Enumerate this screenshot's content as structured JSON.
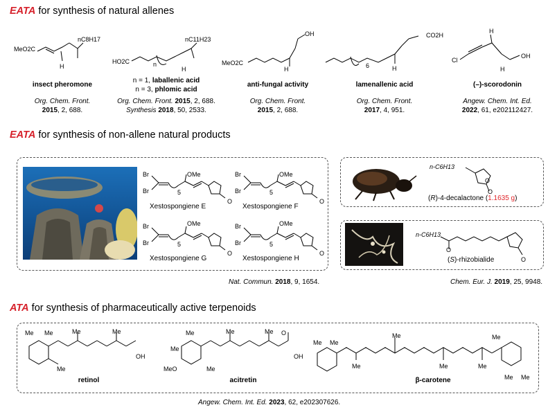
{
  "sections": [
    {
      "key": "EATA",
      "text": " for synthesis of natural allenes"
    },
    {
      "key": "EATA",
      "text": " for synthesis of non-allene natural products"
    },
    {
      "key": "ATA",
      "text": " for synthesis of pharmaceutically active terpenoids"
    }
  ],
  "allenes": [
    {
      "label": "insect pheromone",
      "ref_journal": "Org. Chem. Front.",
      "ref_year": "2015",
      "ref_rest": ", 2, 688.",
      "chem": [
        "MeO2C",
        "nC8H17",
        "H",
        "H"
      ]
    },
    {
      "label_line1_pre": "n = 1, ",
      "label_line1": "laballenic acid",
      "label_line2_pre": "n = 3, ",
      "label_line2": "phlomic acid",
      "ref1_journal": "Org. Chem. Front.",
      "ref1_year": "2015",
      "ref1_rest": ", 2, 688.",
      "ref2_journal": "Synthesis",
      "ref2_year": "2018",
      "ref2_rest": ", 50, 2533.",
      "chem": [
        "HO2C",
        "n",
        "nC11H23",
        "H",
        "H"
      ]
    },
    {
      "label": "anti-fungal activity",
      "ref_journal": "Org. Chem. Front.",
      "ref_year": "2015",
      "ref_rest": ", 2, 688.",
      "chem": [
        "MeO2C",
        "OH",
        "H",
        "H"
      ]
    },
    {
      "label": "lamenallenic acid",
      "ref_journal": "Org. Chem. Front.",
      "ref_year": "2017",
      "ref_rest": ", 4, 951.",
      "chem": [
        "CO2H",
        "6",
        "H",
        "H"
      ]
    },
    {
      "label": "(–)-scorodonin",
      "ref_journal": "Angew. Chem. Int. Ed.",
      "ref_year": "2022",
      "ref_rest": ", 61, e202112427.",
      "chem": [
        "Cl",
        "OH",
        "H",
        "H"
      ]
    }
  ],
  "nonallene": {
    "xesto": [
      "Xestospongiene E",
      "Xestospongiene F",
      "Xestospongiene G",
      "Xestospongiene H"
    ],
    "xesto_chem": [
      "Br",
      "Br",
      "OMe",
      "5",
      "O"
    ],
    "ref_left_journal": "Nat. Commun.",
    "ref_left_year": "2018",
    "ref_left_rest": ", 9, 1654.",
    "decalactone_pre": "(",
    "decalactone_R": "R",
    "decalactone_post": ")-4-decalactone (",
    "decalactone_mass": "1.1635 g",
    "decalactone_close": ")",
    "decalactone_chem": [
      "n-C6H13",
      "O",
      "O"
    ],
    "rhizo_pre": "(",
    "rhizo_S": "S",
    "rhizo_post": ")-rhizobialide",
    "rhizo_chem": [
      "n-C6H13",
      "O",
      "O"
    ],
    "ref_right_journal": "Chem. Eur. J.",
    "ref_right_year": "2019",
    "ref_right_rest": ", 25, 9948.",
    "colors": {
      "highlight": "#e0262b",
      "keyword": "#d6202a"
    }
  },
  "terpenoids": {
    "names": [
      "retinol",
      "acitretin",
      "β-carotene"
    ],
    "chem": [
      "Me",
      "OH",
      "MeO",
      "O"
    ],
    "ref_journal": "Angew. Chem. Int. Ed.",
    "ref_year": "2023",
    "ref_rest": ", 62, e202307626."
  }
}
